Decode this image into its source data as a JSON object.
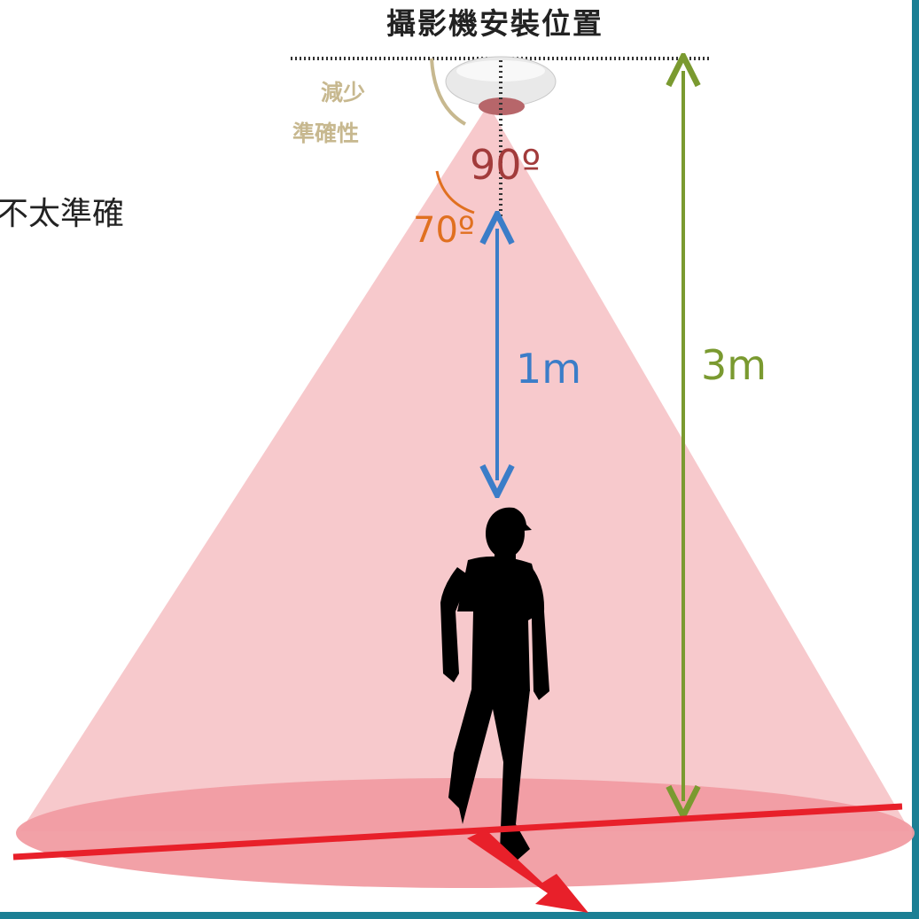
{
  "title": "攝影機安裝位置",
  "reduced_accuracy_label": [
    "減少",
    "準確性"
  ],
  "left_text": "不太準確",
  "angles": {
    "wide": "90º",
    "narrow": "70º"
  },
  "distances": {
    "near": "1m",
    "far": "3m"
  },
  "colors": {
    "cone": "#f7c9cc",
    "floor_ellipse": "#f19ca2",
    "reduced_label": "#c7b88f",
    "angle_90": "#a23b3b",
    "angle_70": "#e07020",
    "dist_1m": "#3b7dc8",
    "dist_3m": "#7a9a30",
    "floor_line": "#e8202a",
    "frame": "#1b7f94"
  }
}
